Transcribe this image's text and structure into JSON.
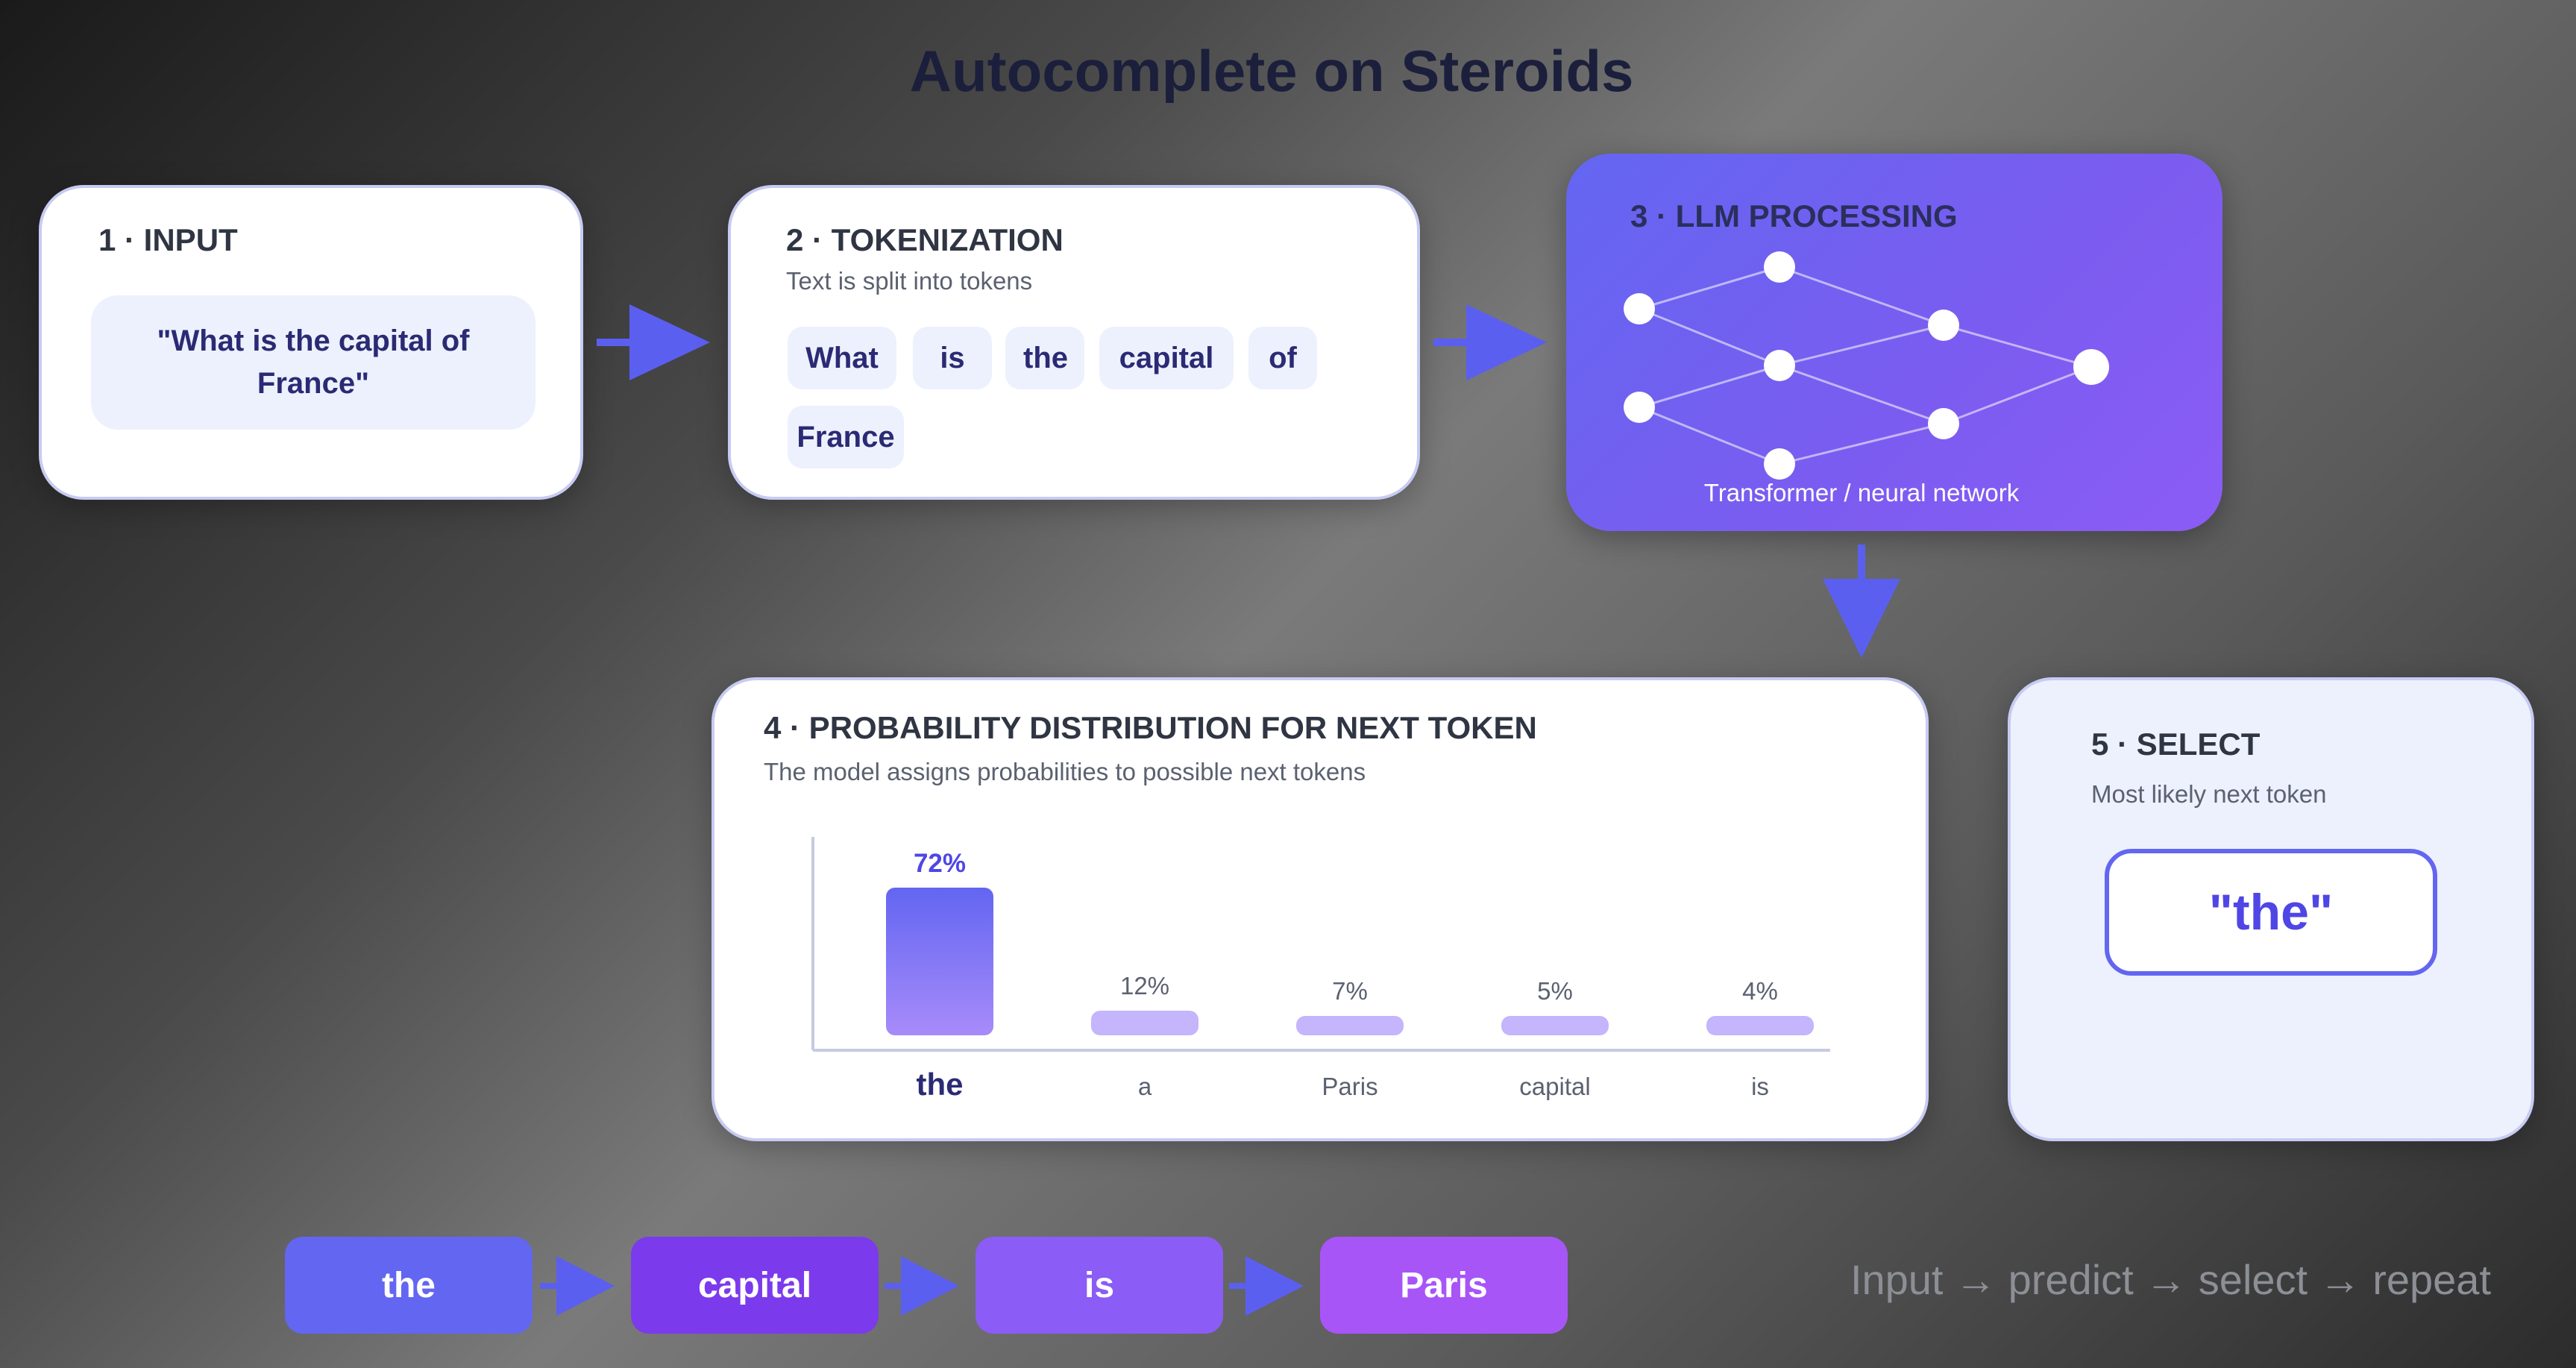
{
  "title": "Autocomplete on Steroids",
  "input": {
    "heading": "1 · INPUT",
    "text": "\"What is the capital of France\""
  },
  "tokenization": {
    "heading": "2 · TOKENIZATION",
    "subtitle": "Text is split into tokens",
    "tokens": [
      "What",
      "is",
      "the",
      "capital",
      "of",
      "France"
    ]
  },
  "llm": {
    "heading": "3 · LLM PROCESSING",
    "caption": "Transformer / neural network"
  },
  "distribution": {
    "heading": "4 · PROBABILITY DISTRIBUTION FOR NEXT TOKEN",
    "subtitle": "The model assigns probabilities to possible next tokens"
  },
  "chart_data": {
    "type": "bar",
    "categories": [
      "the",
      "a",
      "Paris",
      "capital",
      "is"
    ],
    "values": [
      72,
      12,
      7,
      5,
      4
    ],
    "data_labels": [
      "72%",
      "12%",
      "7%",
      "5%",
      "4%"
    ],
    "highlight_index": 0,
    "colors": {
      "highlight_top": "#6366f1",
      "highlight_bottom": "#a78bfa",
      "other": "#c4b5fd"
    },
    "ylim": [
      0,
      72
    ]
  },
  "select": {
    "heading": "5 · SELECT",
    "subtitle": "Most likely next token",
    "value": "\"the\""
  },
  "sequence": {
    "tokens": [
      "the",
      "capital",
      "is",
      "Paris"
    ],
    "colors": [
      "#6366f1",
      "#7c3aed",
      "#8b5cf6",
      "#a855f7"
    ]
  },
  "footer": "Input → predict → select → repeat",
  "colors": {
    "accent": "#6366f1",
    "text_dark": "#2b2a74",
    "arrow": "#5b5ff0"
  }
}
